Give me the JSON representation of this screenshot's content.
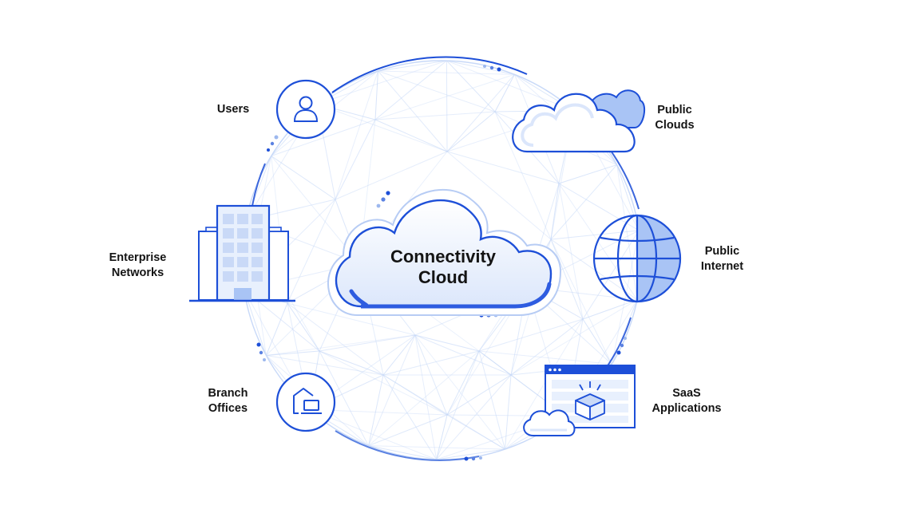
{
  "center": {
    "title": "Connectivity\nCloud"
  },
  "nodes": {
    "users": {
      "label": "Users",
      "icon": "user-icon"
    },
    "public_clouds": {
      "label": "Public\nClouds",
      "icon": "cloud-icon"
    },
    "enterprise_networks": {
      "label": "Enterprise\nNetworks",
      "icon": "office-building-icon"
    },
    "public_internet": {
      "label": "Public\nInternet",
      "icon": "globe-icon"
    },
    "branch_offices": {
      "label": "Branch\nOffices",
      "icon": "house-laptop-icon"
    },
    "saas_applications": {
      "label": "SaaS\nApplications",
      "icon": "app-window-box-icon"
    }
  },
  "colors": {
    "primary": "#1d4fd8",
    "light_fill": "#e8f0fd",
    "medium_fill": "#a9c4f5",
    "mesh": "#c6d8f7",
    "text": "#141414"
  }
}
